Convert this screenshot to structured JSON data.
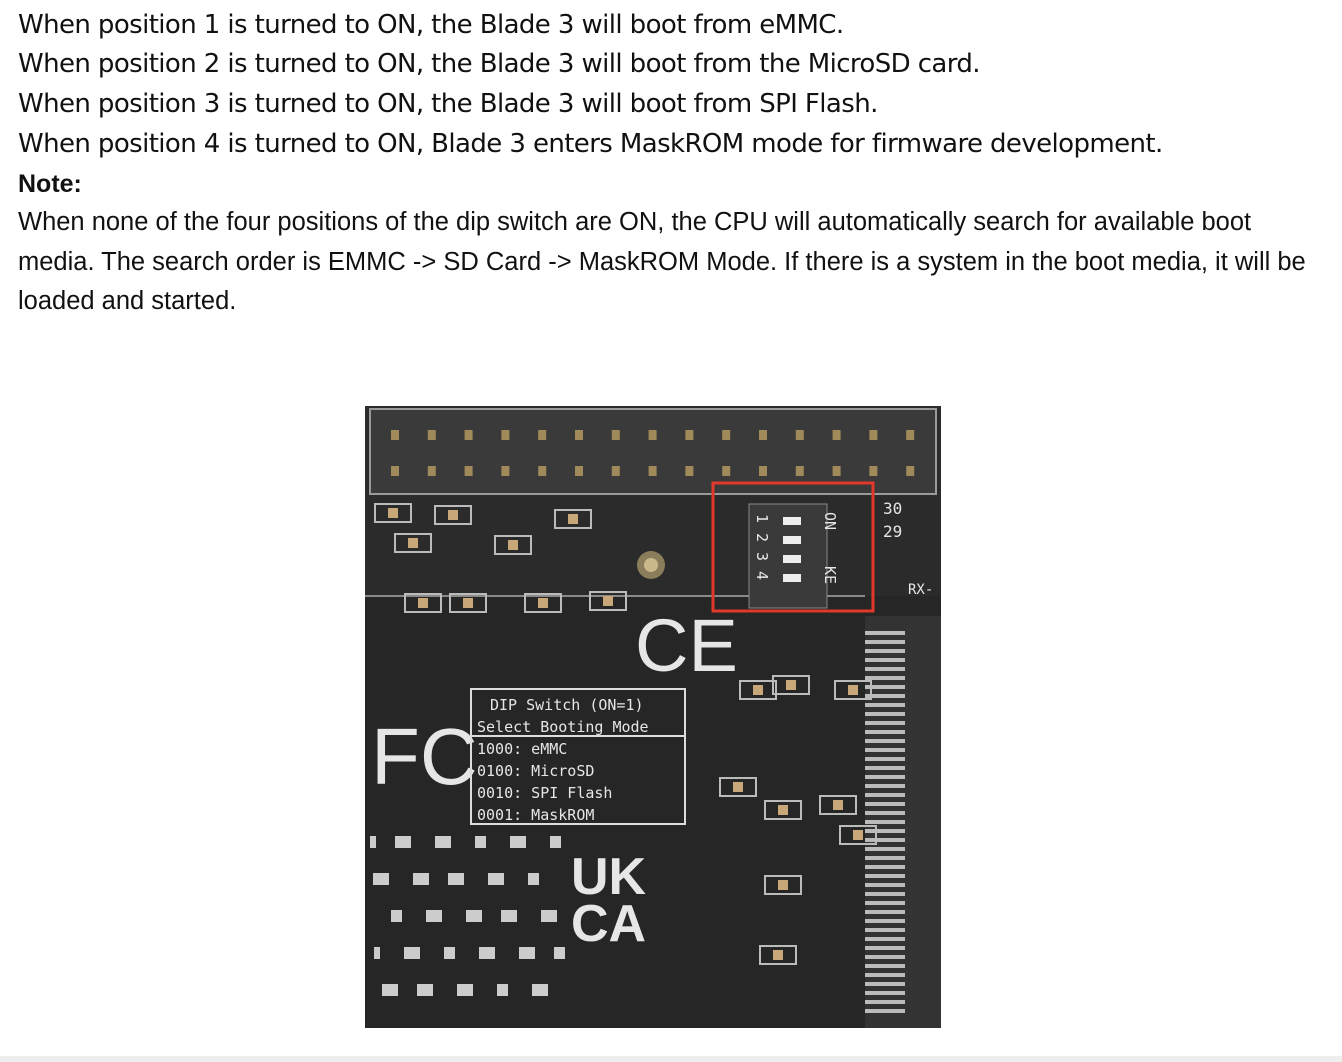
{
  "positions": [
    "When position 1 is turned to ON, the Blade 3 will boot from eMMC.",
    "When position 2 is turned to ON, the Blade 3 will boot from the MicroSD card.",
    "When position 3 is turned to ON, the Blade 3 will boot from SPI Flash.",
    "When position 4 is turned to ON, Blade 3 enters MaskROM mode for firmware development."
  ],
  "note_label": "Note:",
  "note_text": "When none of the four positions of the dip switch are ON, the CPU will automatically search for available boot media. The search order is EMMC -> SD Card -> MaskROM Mode. If there is a system in the boot media, it will be loaded and started.",
  "figure": {
    "silkscreen_title1": "DIP Switch (ON=1)",
    "silkscreen_title2": "Select Booting Mode",
    "modes": [
      "1000: eMMC",
      "0100: MicroSD",
      "0010: SPI Flash",
      "0001: MaskROM"
    ],
    "switch_numbers": [
      "1",
      "2",
      "3",
      "4"
    ],
    "switch_on": "ON",
    "switch_ke": "KE",
    "pin_30": "30",
    "pin_29": "29",
    "rx_label": "RX-",
    "logos": [
      "CE",
      "FC",
      "UK",
      "CA"
    ],
    "highlight_color": "#e0382b"
  }
}
